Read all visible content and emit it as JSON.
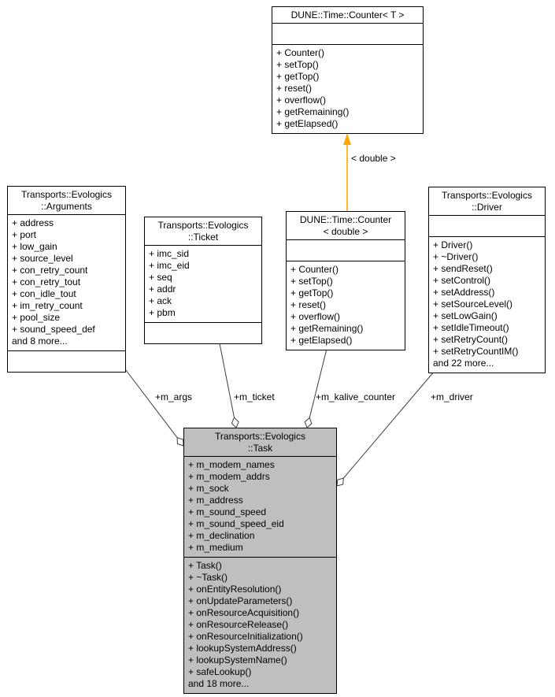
{
  "diagram": {
    "classes": {
      "counter_t": {
        "title": [
          "DUNE::Time::Counter< T >"
        ],
        "attributes": [],
        "methods": [
          "+ Counter()",
          "+ setTop()",
          "+ getTop()",
          "+ reset()",
          "+ overflow()",
          "+ getRemaining()",
          "+ getElapsed()"
        ]
      },
      "arguments": {
        "title": [
          "Transports::Evologics",
          "::Arguments"
        ],
        "attributes": [
          "+ address",
          "+ port",
          "+ low_gain",
          "+ source_level",
          "+ con_retry_count",
          "+ con_retry_tout",
          "+ con_idle_tout",
          "+ im_retry_count",
          "+ pool_size",
          "+ sound_speed_def",
          "and 8 more..."
        ],
        "methods": []
      },
      "ticket": {
        "title": [
          "Transports::Evologics",
          "::Ticket"
        ],
        "attributes": [
          "+ imc_sid",
          "+ imc_eid",
          "+ seq",
          "+ addr",
          "+ ack",
          "+ pbm"
        ],
        "methods": []
      },
      "counter_double": {
        "title": [
          "DUNE::Time::Counter",
          "< double >"
        ],
        "attributes": [],
        "methods": [
          "+ Counter()",
          "+ setTop()",
          "+ getTop()",
          "+ reset()",
          "+ overflow()",
          "+ getRemaining()",
          "+ getElapsed()"
        ]
      },
      "driver": {
        "title": [
          "Transports::Evologics",
          "::Driver"
        ],
        "attributes": [],
        "methods": [
          "+ Driver()",
          "+ ~Driver()",
          "+ sendReset()",
          "+ setControl()",
          "+ setAddress()",
          "+ setSourceLevel()",
          "+ setLowGain()",
          "+ setIdleTimeout()",
          "+ setRetryCount()",
          "+ setRetryCountIM()",
          "and 22 more..."
        ]
      },
      "task": {
        "title": [
          "Transports::Evologics",
          "::Task"
        ],
        "attributes": [
          "+ m_modem_names",
          "+ m_modem_addrs",
          "+ m_sock",
          "+ m_address",
          "+ m_sound_speed",
          "+ m_sound_speed_eid",
          "+ m_declination",
          "+ m_medium"
        ],
        "methods": [
          "+ Task()",
          "+ ~Task()",
          "+ onEntityResolution()",
          "+ onUpdateParameters()",
          "+ onResourceAcquisition()",
          "+ onResourceRelease()",
          "+ onResourceInitialization()",
          "+ lookupSystemAddress()",
          "+ lookupSystemName()",
          "+ safeLookup()",
          "and 18 more..."
        ]
      }
    },
    "edge_labels": {
      "template": "< double >",
      "m_args": "+m_args",
      "m_ticket": "+m_ticket",
      "m_kalive_counter": "+m_kalive_counter",
      "m_driver": "+m_driver"
    },
    "colors": {
      "box_fill": "#ffffff",
      "highlight_fill": "#bfbfbf",
      "border": "#000000",
      "edge": "#3c3c3c",
      "template_edge": "#ffa500"
    }
  }
}
